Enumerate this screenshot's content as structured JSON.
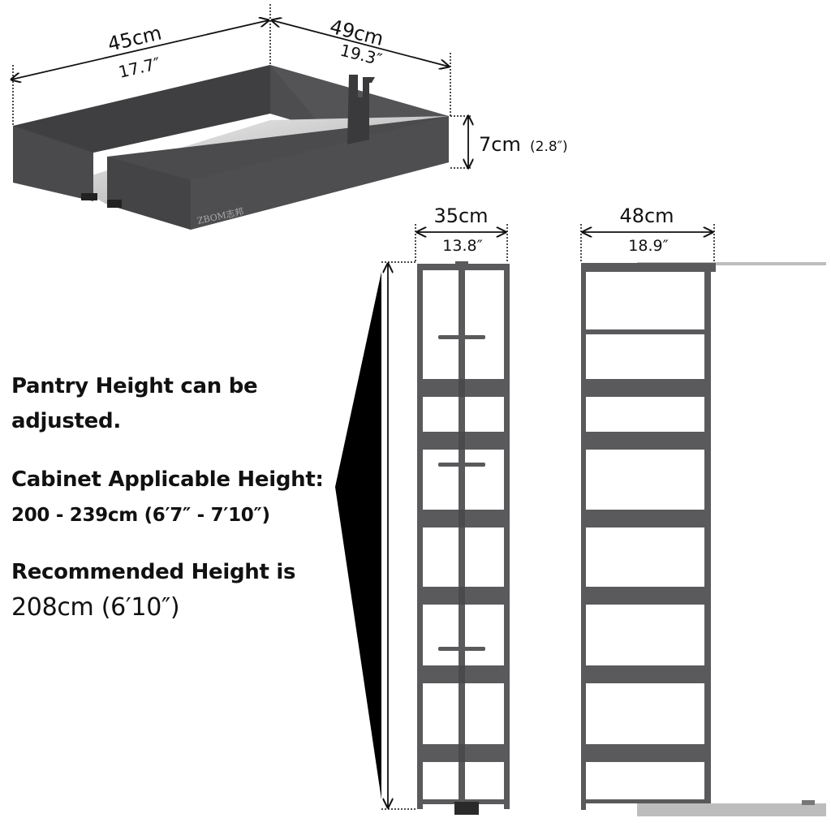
{
  "tray": {
    "width_cm": "45cm",
    "width_in": "17.7″",
    "depth_cm": "49cm",
    "depth_in": "19.3″",
    "height_cm": "7cm",
    "height_in": "(2.8″)",
    "logo": "ZBOM志邦"
  },
  "front_view": {
    "width_cm": "35cm",
    "width_in": "13.8″"
  },
  "side_view": {
    "width_cm": "48cm",
    "width_in": "18.9″"
  },
  "text": {
    "line1": "Pantry Height can be",
    "line2": "adjusted.",
    "line3": "Cabinet Applicable Height:",
    "line4": "200 - 239cm (6′7″ - 7′10″)",
    "line5": "Recommended Height is",
    "line6": "208cm (6′10″)"
  },
  "colors": {
    "frame": "#5a5a5c",
    "tray": "#4a4a4c",
    "rail": "#bdbdbd"
  }
}
